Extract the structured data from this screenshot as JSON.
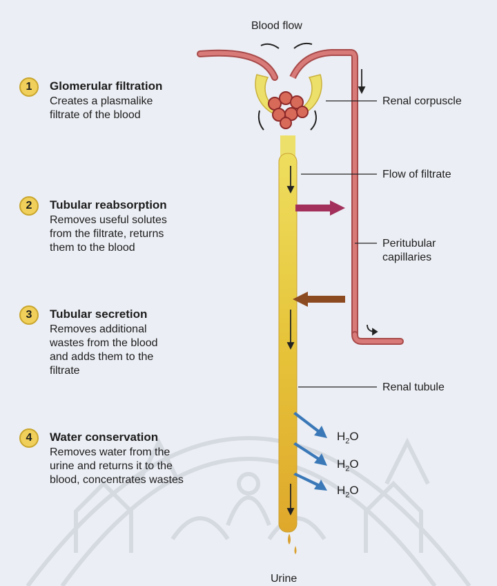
{
  "top_label": "Blood flow",
  "bottom_label": "Urine",
  "steps": [
    {
      "number": "1",
      "title": "Glomerular filtration",
      "description": "Creates a plasmalike\nfiltrate of the blood"
    },
    {
      "number": "2",
      "title": "Tubular reabsorption",
      "description": "Removes useful solutes\nfrom the filtrate, returns\nthem to the blood"
    },
    {
      "number": "3",
      "title": "Tubular secretion",
      "description": "Removes additional\nwastes from the blood\nand adds them to the\nfiltrate"
    },
    {
      "number": "4",
      "title": "Water conservation",
      "description": "Removes water from the\nurine and returns it to the\nblood, concentrates wastes"
    }
  ],
  "structure_labels": {
    "renal_corpuscle": "Renal corpuscle",
    "flow_of_filtrate": "Flow of filtrate",
    "peritubular_capillaries": "Peritubular\ncapillaries",
    "renal_tubule": "Renal tubule"
  },
  "water": {
    "symbol": "H",
    "subscript": "2",
    "suffix": "O"
  },
  "colors": {
    "tubule": "#e8c93a",
    "capillary": "#c9686a",
    "reabsorption_arrow": "#a2305a",
    "secretion_arrow": "#8c4a20",
    "water_arrow": "#3a78b8",
    "step_badge": "#f0d05a"
  }
}
